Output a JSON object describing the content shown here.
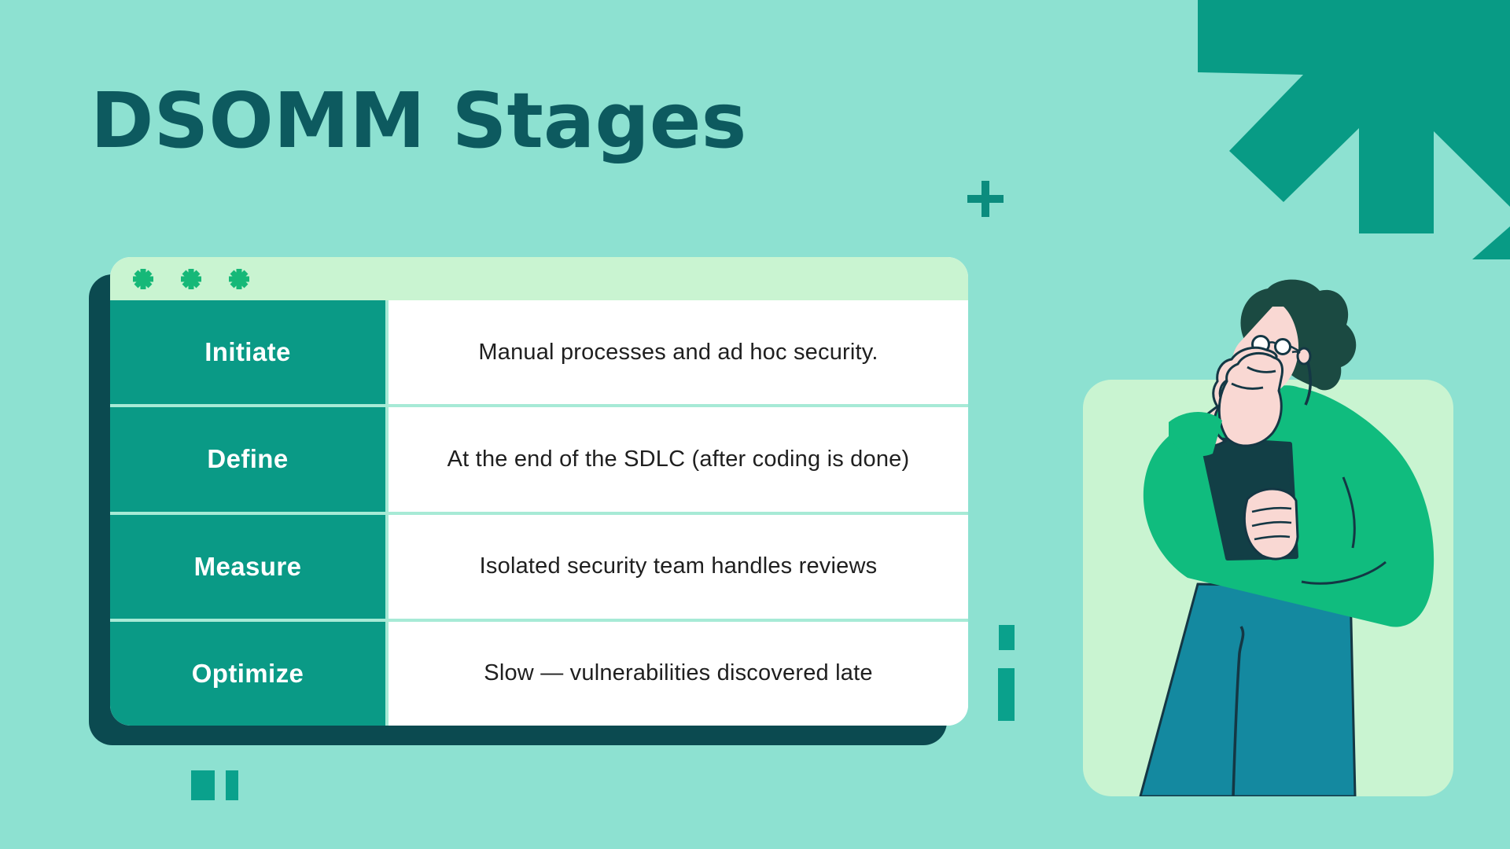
{
  "slide": {
    "title": "DSOMM Stages",
    "card": {
      "window_icons": [
        "asterisk",
        "asterisk",
        "asterisk"
      ],
      "rows": [
        {
          "stage": "Initiate",
          "description": "Manual processes and ad hoc security."
        },
        {
          "stage": "Define",
          "description": "At the end of the SDLC (after coding is done)"
        },
        {
          "stage": "Measure",
          "description": "Isolated security team handles reviews"
        },
        {
          "stage": "Optimize",
          "description": "Slow — vulnerabilities discovered late"
        }
      ]
    },
    "decorations": {
      "corner_icon": "arrow-up-icon",
      "plus_icon": "plus-icon",
      "illustration": "person-thinking-with-tablet"
    },
    "colors": {
      "background": "#8DE1D1",
      "mint": "#C9F4D1",
      "jade": "#089B85",
      "cell_green": "#0A9A86",
      "divider": "#A7EAD6",
      "shadow": "#0B4A50",
      "title_text": "#0D5A5F",
      "body_text": "#1F1F1F",
      "accent_green": "#16B878",
      "sweater_green": "#10BC7E",
      "pants_teal": "#1489A0"
    }
  }
}
